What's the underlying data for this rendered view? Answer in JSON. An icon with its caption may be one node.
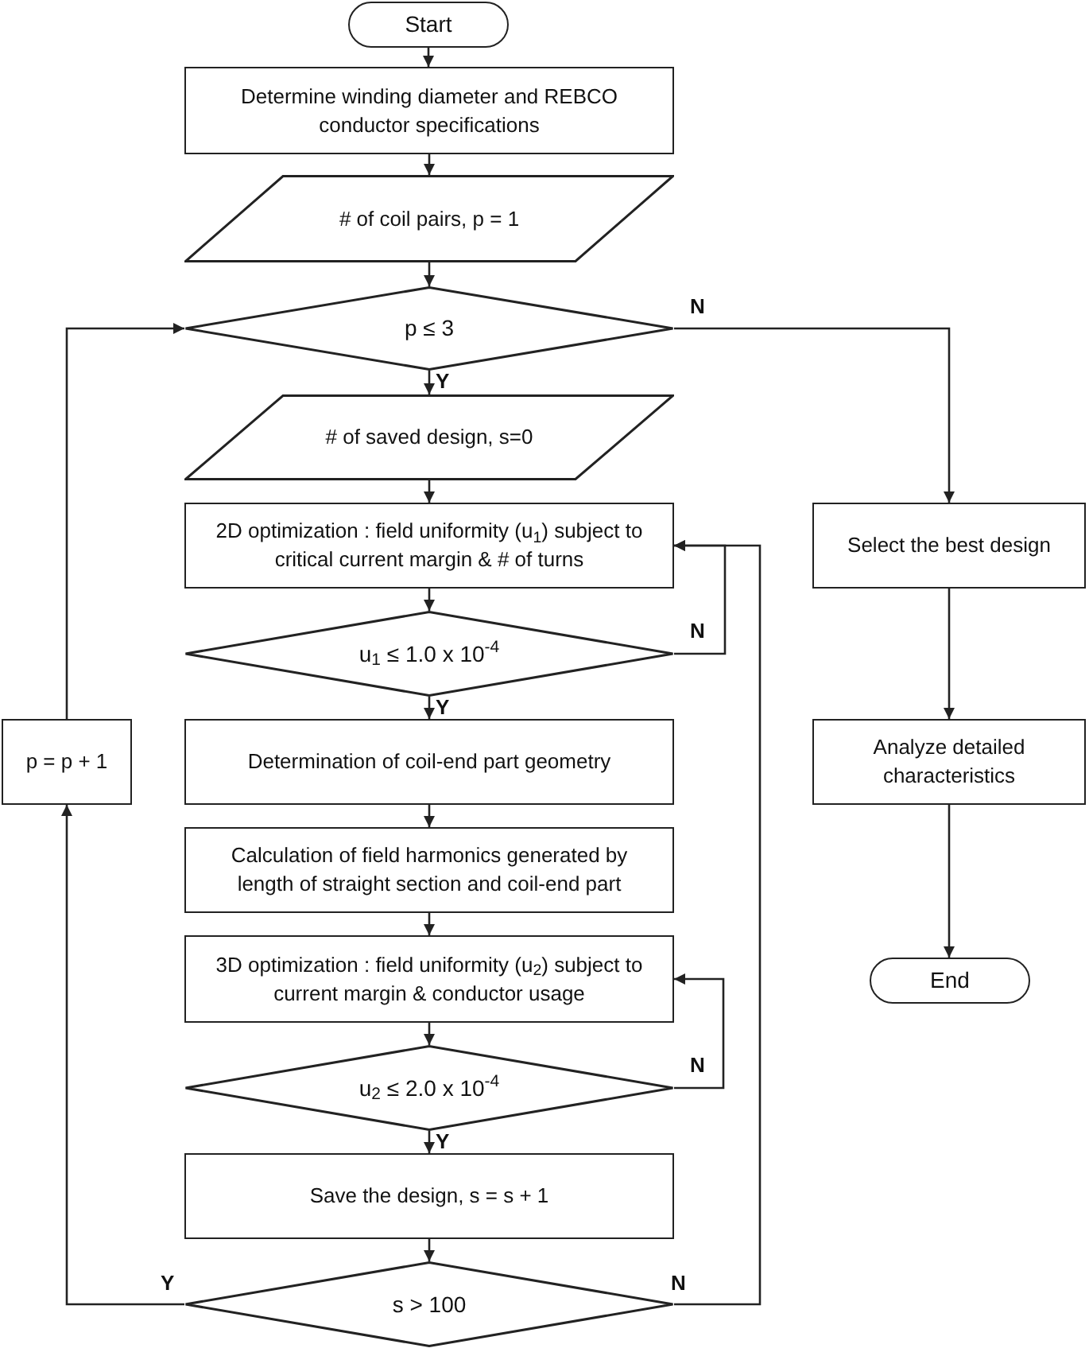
{
  "diagram": {
    "nodes": [
      {
        "text": [
          "Start"
        ]
      },
      {
        "text": [
          "Determine winding diameter and REBCO conductor specifications"
        ]
      },
      {
        "text": [
          "# of coil pairs, p = 1"
        ]
      },
      {
        "text": [
          "p ≤ 3"
        ]
      },
      {
        "text": [
          "# of saved design, s=0"
        ]
      },
      {
        "text": [
          "2D optimization : field uniformity (u$_{1}$) subject to critical current margin & # of turns"
        ]
      },
      {
        "text": [
          "u$_{1}$ ≤ 1.0 x 10$^{-4}$"
        ]
      },
      {
        "text": [
          "Determination of coil-end part geometry"
        ]
      },
      {
        "text": [
          "Calculation of field harmonics generated by length of straight section and coil-end part"
        ]
      },
      {
        "text": [
          "3D optimization : field uniformity (u$_{2}$) subject to current margin & conductor usage"
        ]
      },
      {
        "text": [
          "u$_{2}$ ≤ 2.0 x 10$^{-4}$"
        ]
      },
      {
        "text": [
          "Save the design, s = s + 1"
        ]
      },
      {
        "text": [
          "s > 100"
        ]
      },
      {
        "text": [
          "p = p + 1"
        ]
      },
      {
        "text": [
          "Select the best design"
        ]
      },
      {
        "text": [
          "Analyze detailed characteristics"
        ]
      },
      {
        "text": [
          "End"
        ]
      }
    ],
    "edges": [
      {
        "from": 0,
        "to": 1,
        "arrow": "to"
      },
      {
        "from": 1,
        "to": 2,
        "arrow": "to"
      },
      {
        "from": 2,
        "to": 3,
        "arrow": "to"
      },
      {
        "from": 3,
        "to": 4,
        "arrow": "to",
        "label": "Y"
      },
      {
        "from": 3,
        "to": 14,
        "arrow": "to",
        "label": "N"
      },
      {
        "from": 4,
        "to": 5,
        "arrow": "to"
      },
      {
        "from": 5,
        "to": 6,
        "arrow": "to"
      },
      {
        "from": 6,
        "to": 5,
        "arrow": "to",
        "label": "N"
      },
      {
        "from": 6,
        "to": 7,
        "arrow": "to",
        "label": "Y"
      },
      {
        "from": 7,
        "to": 8,
        "arrow": "to"
      },
      {
        "from": 8,
        "to": 9,
        "arrow": "to"
      },
      {
        "from": 9,
        "to": 10,
        "arrow": "to"
      },
      {
        "from": 10,
        "to": 9,
        "arrow": "to",
        "label": "N"
      },
      {
        "from": 10,
        "to": 11,
        "arrow": "to",
        "label": "Y"
      },
      {
        "from": 11,
        "to": 12,
        "arrow": "to"
      },
      {
        "from": 12,
        "to": 13,
        "arrow": "to",
        "label": "Y"
      },
      {
        "from": 12,
        "to": 5,
        "arrow": "to",
        "label": "N"
      },
      {
        "from": 13,
        "to": 3,
        "arrow": "to"
      },
      {
        "from": 14,
        "to": 15,
        "arrow": "to"
      },
      {
        "from": 15,
        "to": 16,
        "arrow": "to"
      }
    ]
  }
}
